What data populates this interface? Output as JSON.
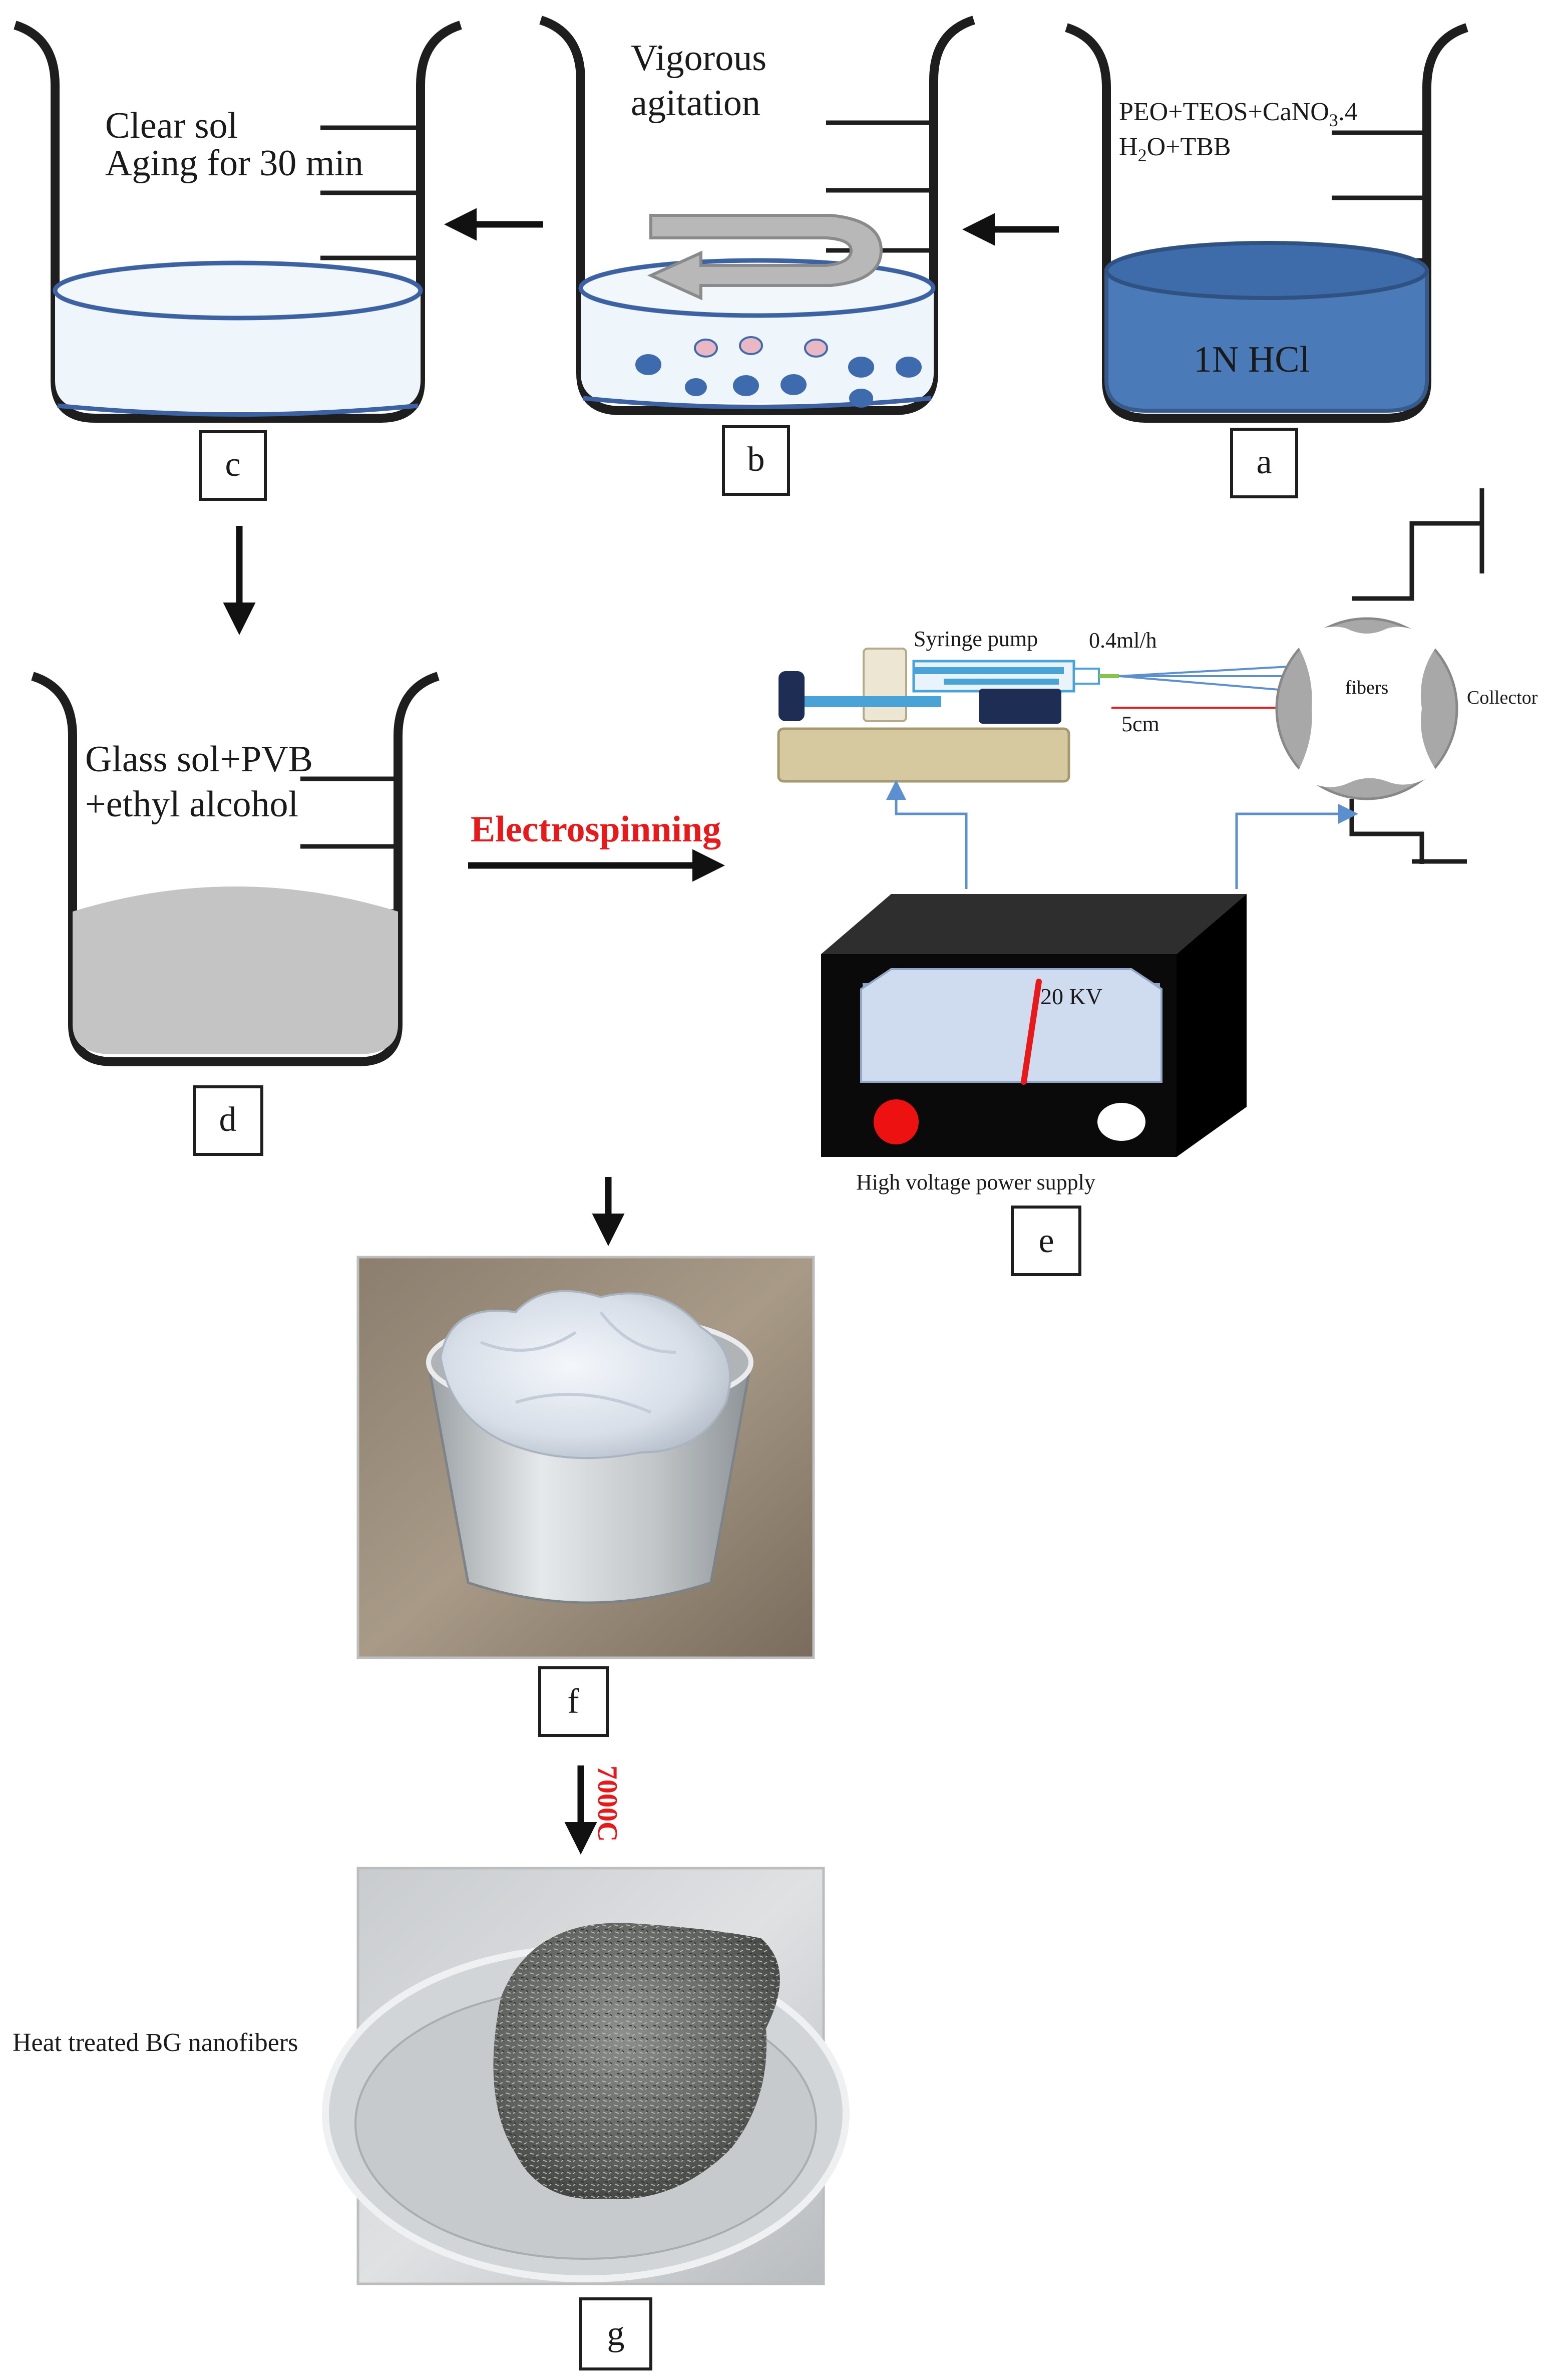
{
  "beakers": {
    "a": {
      "label": "a",
      "text_line1": "PEO+TEOS+CaNO",
      "text_line1_sub": "3",
      "text_line1_tail": ".4",
      "text_line2_pre": "H",
      "text_line2_sub": "2",
      "text_line2_tail": "O+TBB",
      "liquid_label": "1N HCl"
    },
    "b": {
      "label": "b",
      "text_line1": "Vigorous",
      "text_line2": "agitation"
    },
    "c": {
      "label": "c",
      "text_line1": "Clear sol",
      "text_line2": "Aging for 30 min"
    },
    "d": {
      "label": "d",
      "text_line1": "Glass sol+PVB",
      "text_line2": "+ethyl alcohol"
    }
  },
  "electrospinning": {
    "arrow_label": "Electrospinning",
    "label": "e",
    "syringe_pump": "Syringe pump",
    "flow_rate": "0.4ml/h",
    "distance": "5cm",
    "fibers": "fibers",
    "collector": "Collector",
    "voltage": "20 KV",
    "power_supply": "High voltage power supply"
  },
  "photos": {
    "f": {
      "label": "f"
    },
    "g": {
      "label": "g",
      "caption": "Heat treated BG nanofibers"
    }
  },
  "heat_step": {
    "temperature_value": "700",
    "temperature_unit": "0C"
  },
  "colors": {
    "liquid_blue": "#4a7ab8",
    "bubble_blue": "#3e6bad",
    "bubble_pink": "#e9b8c4",
    "sol_gray": "#c4c4c4",
    "accent_red": "#e8191b",
    "meter_face": "#cfdcef",
    "base_tan": "#d6c89f",
    "wire_blue": "#5b8fd0"
  }
}
